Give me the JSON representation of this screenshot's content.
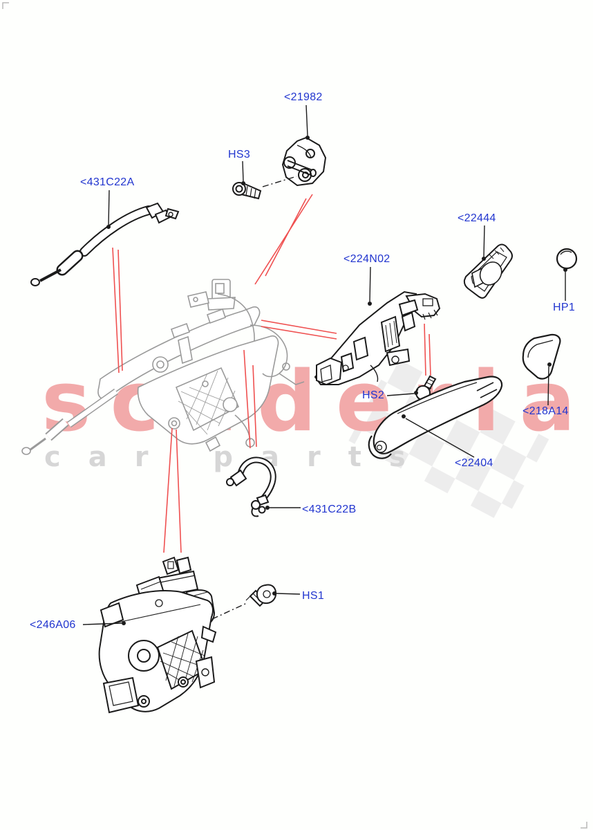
{
  "diagram": {
    "watermark": {
      "primary": "scuderia",
      "secondary": "car parts"
    },
    "colors": {
      "label_blue": "#2135cf",
      "leader_red": "#ef5050",
      "line_black": "#1b1b1b",
      "reference_gray": "#9a9a9a",
      "watermark_pink": "#f2aaaa",
      "watermark_gray": "#d6d6d6",
      "checker_gray": "#ededed"
    },
    "labels": [
      {
        "id": "part-21982",
        "text": "<21982"
      },
      {
        "id": "part-hs3",
        "text": "HS3"
      },
      {
        "id": "part-431c22a",
        "text": "<431C22A"
      },
      {
        "id": "part-224n02",
        "text": "<224N02"
      },
      {
        "id": "part-22444",
        "text": "<22444"
      },
      {
        "id": "part-hp1",
        "text": "HP1"
      },
      {
        "id": "part-hs2",
        "text": "HS2"
      },
      {
        "id": "part-218a14",
        "text": "<218A14"
      },
      {
        "id": "part-22404",
        "text": "<22404"
      },
      {
        "id": "part-431c22b",
        "text": "<431C22B"
      },
      {
        "id": "part-246a06",
        "text": "<246A06"
      },
      {
        "id": "part-hs1",
        "text": "HS1"
      }
    ]
  }
}
